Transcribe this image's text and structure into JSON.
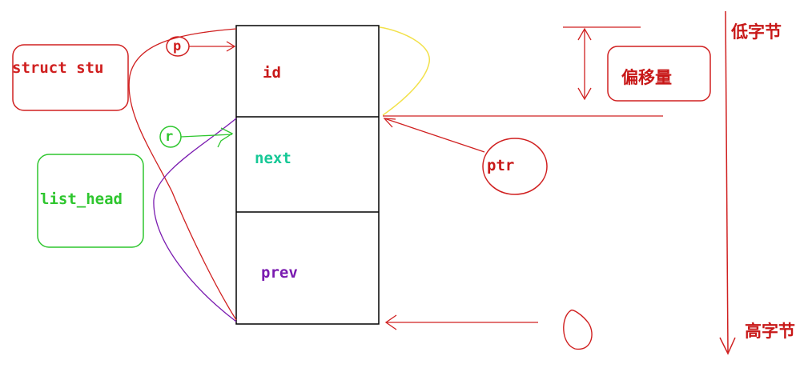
{
  "labels": {
    "struct_type": "struct stu",
    "list_type": "list_head",
    "pointer_p": "p",
    "pointer_r": "r",
    "pointer_ptr": "ptr",
    "offset": "偏移量",
    "low_byte": "低字节",
    "high_byte": "高字节"
  },
  "fields": {
    "id": "id",
    "next": "next",
    "prev": "prev"
  },
  "colors": {
    "red": "#d02020",
    "green": "#2ec62e",
    "teal": "#16c896",
    "purple": "#7a1bb0",
    "yellow": "#f2e14a",
    "black": "#000000"
  }
}
